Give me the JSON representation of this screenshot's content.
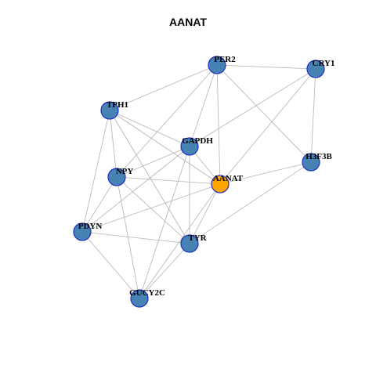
{
  "title": "AANAT",
  "colors": {
    "node_default": "#4682b4",
    "node_focus": "#ffa500",
    "node_border": "#1f2fbf",
    "edge": "#b3b3b3"
  },
  "nodes": [
    {
      "id": "PER2",
      "label": "PER2",
      "focus": false
    },
    {
      "id": "CRY1",
      "label": "CRY1",
      "focus": false
    },
    {
      "id": "TPH1",
      "label": "TPH1",
      "focus": false
    },
    {
      "id": "GAPDH",
      "label": "GAPDH",
      "focus": false
    },
    {
      "id": "H3F3B",
      "label": "H3F3B",
      "focus": false
    },
    {
      "id": "NPY",
      "label": "NPY",
      "focus": false
    },
    {
      "id": "AANAT",
      "label": "AANAT",
      "focus": true
    },
    {
      "id": "PDYN",
      "label": "PDYN",
      "focus": false
    },
    {
      "id": "TYR",
      "label": "TYR",
      "focus": false
    },
    {
      "id": "GUCY2C",
      "label": "GUCY2C",
      "focus": false
    }
  ],
  "edges": [
    [
      "PER2",
      "CRY1"
    ],
    [
      "PER2",
      "TPH1"
    ],
    [
      "PER2",
      "GAPDH"
    ],
    [
      "PER2",
      "AANAT"
    ],
    [
      "PER2",
      "H3F3B"
    ],
    [
      "PER2",
      "NPY"
    ],
    [
      "CRY1",
      "GAPDH"
    ],
    [
      "CRY1",
      "AANAT"
    ],
    [
      "CRY1",
      "H3F3B"
    ],
    [
      "TPH1",
      "GAPDH"
    ],
    [
      "TPH1",
      "NPY"
    ],
    [
      "TPH1",
      "AANAT"
    ],
    [
      "TPH1",
      "PDYN"
    ],
    [
      "TPH1",
      "TYR"
    ],
    [
      "GAPDH",
      "NPY"
    ],
    [
      "GAPDH",
      "AANAT"
    ],
    [
      "GAPDH",
      "PDYN"
    ],
    [
      "GAPDH",
      "TYR"
    ],
    [
      "GAPDH",
      "GUCY2C"
    ],
    [
      "H3F3B",
      "AANAT"
    ],
    [
      "H3F3B",
      "TYR"
    ],
    [
      "NPY",
      "AANAT"
    ],
    [
      "NPY",
      "PDYN"
    ],
    [
      "NPY",
      "TYR"
    ],
    [
      "NPY",
      "GUCY2C"
    ],
    [
      "AANAT",
      "PDYN"
    ],
    [
      "AANAT",
      "TYR"
    ],
    [
      "AANAT",
      "GUCY2C"
    ],
    [
      "PDYN",
      "TYR"
    ],
    [
      "PDYN",
      "GUCY2C"
    ],
    [
      "TYR",
      "GUCY2C"
    ]
  ]
}
